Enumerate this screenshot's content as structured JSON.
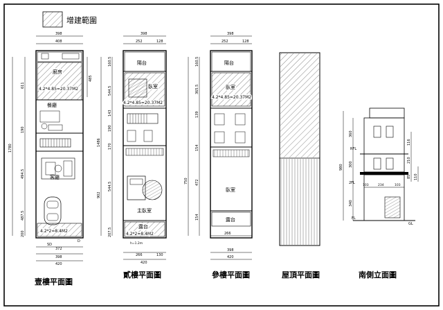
{
  "legend": {
    "label": "增建範圍"
  },
  "plans": {
    "floor1": {
      "title": "壹樓平面圖",
      "rooms": {
        "kitchen": "廚房",
        "study": "餐廳",
        "living": "客廳"
      },
      "areas": {
        "top": "4.2*4.85=20.37M2",
        "bottom": "4.2*2=8.4M2"
      },
      "dims": {
        "top_a": "398",
        "top_b": "408",
        "side_a": "611",
        "side_b": "485",
        "side_c": "190",
        "side_d": "494.5",
        "side_e": "487.5",
        "side_f": "200",
        "total": "1780",
        "bot_a": "SD",
        "bot_b": "372",
        "bot_c": "398",
        "bot_d": "420",
        "mark": "D"
      }
    },
    "floor2": {
      "title": "貳樓平面圖",
      "rooms": {
        "balcony": "陽台",
        "bedroom": "臥室",
        "master": "主臥室",
        "terrace": "露台"
      },
      "areas": {
        "top": "4.2*4.85=20.37M2",
        "bottom": "4.2*2=8.4M2"
      },
      "dims": {
        "top_a": "398",
        "top_b": "252",
        "top_c": "128",
        "side_a": "160.5",
        "side_b": "544.5",
        "side_c": "143",
        "side_d": "190",
        "side_e": "170",
        "side_f": "544.5",
        "side_g": "207.5",
        "total_a": "1486",
        "total_b": "902",
        "bot_a": "266",
        "bot_b": "130",
        "bot_c": "420",
        "note": "h=1.2m"
      }
    },
    "floor3": {
      "title": "參樓平面圖",
      "rooms": {
        "balcony": "陽台",
        "bedroom_top": "臥室",
        "bedroom_mid": "臥室",
        "terrace": "露台"
      },
      "areas": {
        "top": "4.2*4.85=20.37M2"
      },
      "dims": {
        "top_a": "398",
        "top_b": "252",
        "top_c": "128",
        "side_a": "160.5",
        "side_b": "365.5",
        "side_c": "139",
        "side_d": "154",
        "side_e": "750",
        "side_f": "472",
        "side_g": "154",
        "bot_a": "398",
        "bot_b": "420",
        "bot_c": "266"
      }
    },
    "roof": {
      "title": "屋頂平面圖"
    },
    "elevation": {
      "title": "南側立面圖",
      "dims": {
        "h1": "360",
        "h2": "300",
        "h3": "340",
        "total": "980",
        "w1": "103",
        "w2": "234",
        "w3": "103",
        "side1": "116",
        "side2": "210",
        "side3": "85",
        "side4": "110"
      },
      "levels": {
        "rfl": "RFL",
        "fl2": "2FL",
        "fl1": "FL",
        "gl": "GL"
      }
    }
  }
}
